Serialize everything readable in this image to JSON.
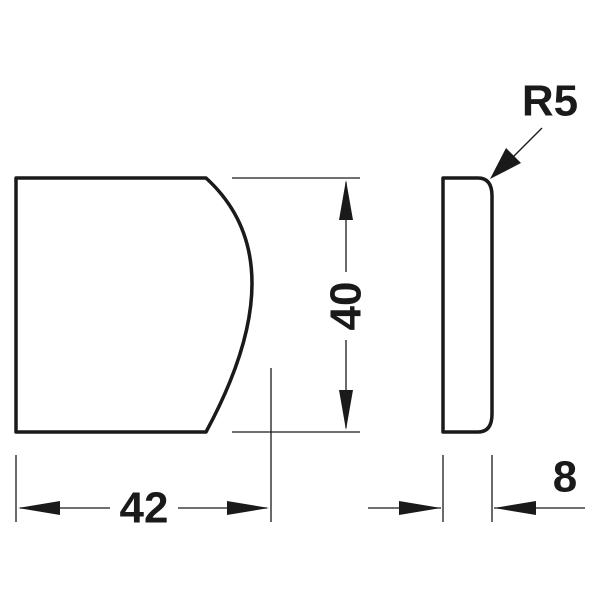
{
  "dimensions": {
    "width": "42",
    "height": "40",
    "thickness": "8",
    "radius": "R5"
  },
  "colors": {
    "line": "#1a1a1a",
    "background": "#ffffff"
  }
}
